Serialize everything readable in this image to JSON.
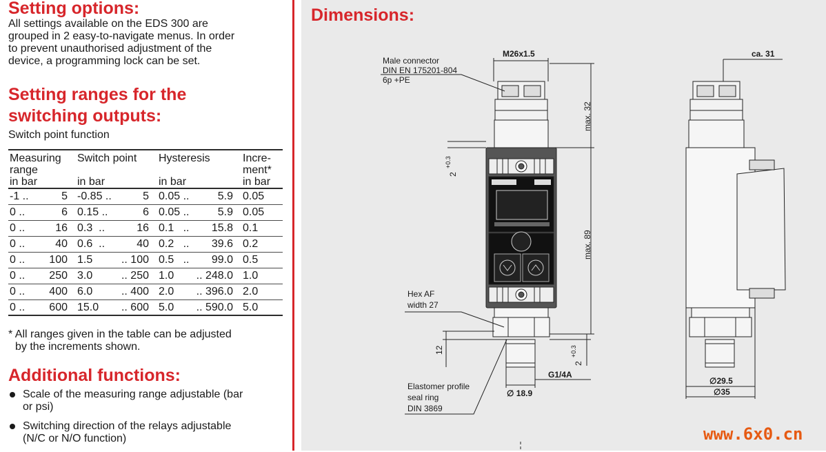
{
  "left": {
    "setting_options": {
      "heading": "Setting options:",
      "lines": [
        "All settings available on the EDS 300 are",
        "grouped in 2 easy-to-navigate menus. In order",
        "to prevent unauthorised adjustment of the",
        "device, a programming lock can be set."
      ]
    },
    "setting_ranges": {
      "heading_line1": "Setting ranges for the",
      "heading_line2": "switching outputs:",
      "subtitle": "Switch point function"
    },
    "table": {
      "headers": {
        "measuring_l1": "Measuring",
        "measuring_l2": "range",
        "measuring_l3": "in bar",
        "switch_l1": "Switch point",
        "switch_l3": "in bar",
        "hyst_l1": "Hysteresis",
        "hyst_l3": "in bar",
        "inc_l1": "Incre-",
        "inc_l2": "ment*",
        "inc_l3": "in bar"
      },
      "rows": [
        {
          "m1": "-1 ..",
          "m2": "5",
          "s1": "-0.85 ..",
          "s2": "5",
          "h1": "0.05 ..",
          "h2": "5.9",
          "inc": "0.05"
        },
        {
          "m1": "0 ..",
          "m2": "6",
          "s1": "0.15 ..",
          "s2": "6",
          "h1": "0.05 ..",
          "h2": "5.9",
          "inc": "0.05"
        },
        {
          "m1": "0 ..",
          "m2": "16",
          "s1": "0.3  ..",
          "s2": "16",
          "h1": "0.1   ..",
          "h2": "15.8",
          "inc": "0.1"
        },
        {
          "m1": "0 ..",
          "m2": "40",
          "s1": "0.6  ..",
          "s2": "40",
          "h1": "0.2   ..",
          "h2": "39.6",
          "inc": "0.2"
        },
        {
          "m1": "0 ..",
          "m2": "100",
          "s1": "1.5",
          "s2": ".. 100",
          "h1": "0.5   ..",
          "h2": "99.0",
          "inc": "0.5"
        },
        {
          "m1": "0 ..",
          "m2": "250",
          "s1": "3.0",
          "s2": ".. 250",
          "h1": "1.0",
          "h2": ".. 248.0",
          "inc": "1.0"
        },
        {
          "m1": "0 ..",
          "m2": "400",
          "s1": "6.0",
          "s2": ".. 400",
          "h1": "2.0",
          "h2": ".. 396.0",
          "inc": "2.0"
        },
        {
          "m1": "0 ..",
          "m2": "600",
          "s1": "15.0",
          "s2": ".. 600",
          "h1": "5.0",
          "h2": ".. 590.0",
          "inc": "5.0"
        }
      ]
    },
    "note_line1": "* All ranges given in the table can be adjusted",
    "note_line2": "by the increments shown.",
    "additional": {
      "heading": "Additional functions:",
      "items": [
        {
          "l1": "Scale of the measuring range adjustable (bar",
          "l2": "or psi)"
        },
        {
          "l1": "Switching direction of the relays adjustable",
          "l2": "(N/C or N/O function)"
        }
      ]
    }
  },
  "right": {
    "title": "Dimensions:",
    "labels": {
      "male_connector_1": "Male connector",
      "male_connector_2": "DIN EN 175201-804",
      "male_connector_3": "6p +PE",
      "m26": "M26x1.5",
      "ca31": "ca. 31",
      "max32": "max. 32",
      "max89": "max. 89",
      "two_top": "2",
      "plus03_top": "+0.3",
      "two_bot": "2",
      "plus03_bot": "+0.3",
      "twelve": "12",
      "hex_1": "Hex AF",
      "hex_2": "width 27",
      "g14a": "G1/4A",
      "d189": "∅ 18.9",
      "d295": "∅29.5",
      "d35": "∅35",
      "elast_1": "Elastomer profile",
      "elast_2": "seal ring",
      "elast_3": "DIN 3869"
    },
    "watermark": "www.6x0.cn"
  },
  "colors": {
    "accent_red": "#d7262b",
    "panel_gray": "#eaeaea",
    "watermark_orange": "#e65a12"
  }
}
